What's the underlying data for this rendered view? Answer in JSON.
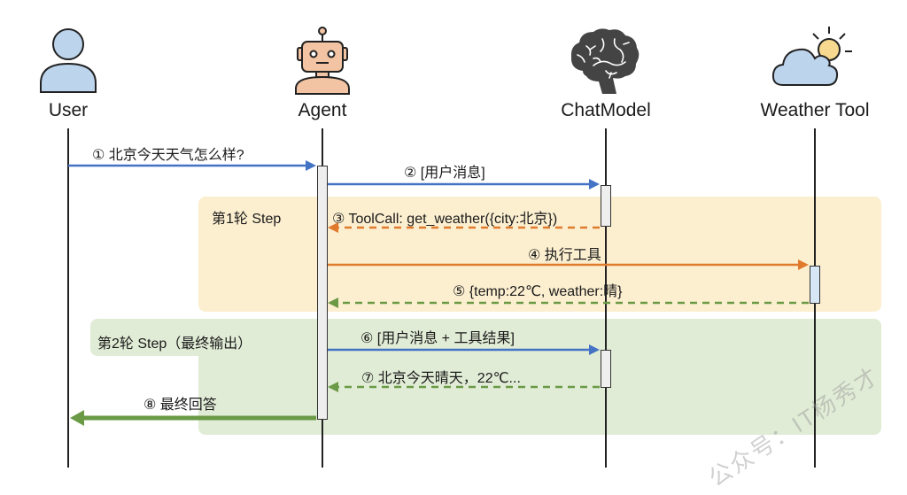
{
  "actors": [
    {
      "id": "user",
      "label": "User",
      "icon": "user-icon"
    },
    {
      "id": "agent",
      "label": "Agent",
      "icon": "robot-icon"
    },
    {
      "id": "chatmodel",
      "label": "ChatModel",
      "icon": "brain-icon"
    },
    {
      "id": "weather",
      "label": "Weather Tool",
      "icon": "cloud-sun-icon"
    }
  ],
  "regions": [
    {
      "label": "第1轮 Step",
      "color": "#fcefd0"
    },
    {
      "label": "第2轮 Step（最终输出）",
      "color": "#e1ecd6"
    }
  ],
  "messages": [
    {
      "label": "① 北京今天天气怎么样?",
      "from": "user",
      "to": "agent",
      "style": "solid",
      "color": "#4472c4"
    },
    {
      "label": "② [用户消息]",
      "from": "agent",
      "to": "chatmodel",
      "style": "solid",
      "color": "#4472c4"
    },
    {
      "label": "③ ToolCall: get_weather({city:北京})",
      "from": "chatmodel",
      "to": "agent",
      "style": "dashed",
      "color": "#e07b2e"
    },
    {
      "label": "④ 执行工具",
      "from": "agent",
      "to": "weather",
      "style": "solid",
      "color": "#e07b2e"
    },
    {
      "label": "⑤ {temp:22℃, weather:晴}",
      "from": "weather",
      "to": "agent",
      "style": "dashed",
      "color": "#6a9a45"
    },
    {
      "label": "⑥ [用户消息 + 工具结果]",
      "from": "agent",
      "to": "chatmodel",
      "style": "solid",
      "color": "#4472c4"
    },
    {
      "label": "⑦ 北京今天晴天，22℃...",
      "from": "chatmodel",
      "to": "agent",
      "style": "dashed",
      "color": "#6a9a45"
    },
    {
      "label": "⑧ 最终回答",
      "from": "agent",
      "to": "user",
      "style": "solid-thick",
      "color": "#6a9a45"
    }
  ],
  "watermark": "公众号：IT杨秀才"
}
